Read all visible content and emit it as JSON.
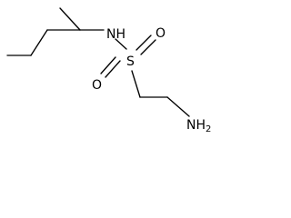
{
  "structure": {
    "atoms": {
      "nh": "NH",
      "s": "S",
      "o_left": "O",
      "o_right": "O",
      "nh2_main": "NH",
      "nh2_sub": "2"
    }
  }
}
